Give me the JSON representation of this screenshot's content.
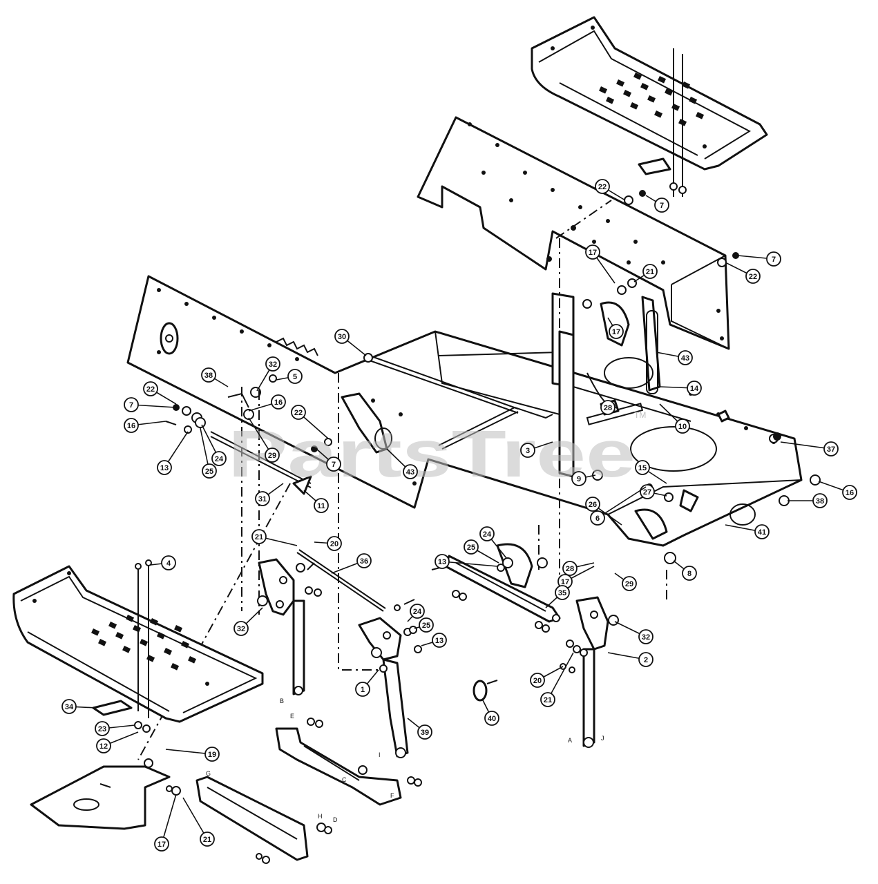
{
  "watermark": {
    "text": "PartsTree",
    "tm": "TM"
  },
  "callouts": [
    {
      "id": "c7-top",
      "label": "7"
    },
    {
      "id": "c22-top",
      "label": "22"
    },
    {
      "id": "c7-right",
      "label": "7"
    },
    {
      "id": "c22-right",
      "label": "22"
    },
    {
      "id": "c17-a",
      "label": "17"
    },
    {
      "id": "c21-a",
      "label": "21"
    },
    {
      "id": "c17-b",
      "label": "17"
    },
    {
      "id": "c43-a",
      "label": "43"
    },
    {
      "id": "c14",
      "label": "14"
    },
    {
      "id": "c10",
      "label": "10"
    },
    {
      "id": "c37",
      "label": "37"
    },
    {
      "id": "c16-right",
      "label": "16"
    },
    {
      "id": "c38-right",
      "label": "38"
    },
    {
      "id": "c41",
      "label": "41"
    },
    {
      "id": "c15",
      "label": "15"
    },
    {
      "id": "c27",
      "label": "27"
    },
    {
      "id": "c26",
      "label": "26"
    },
    {
      "id": "c6",
      "label": "6"
    },
    {
      "id": "c8",
      "label": "8"
    },
    {
      "id": "c28-a",
      "label": "28"
    },
    {
      "id": "c17-c",
      "label": "17"
    },
    {
      "id": "c28-b",
      "label": "28"
    },
    {
      "id": "c3",
      "label": "3"
    },
    {
      "id": "c9",
      "label": "9"
    },
    {
      "id": "c29",
      "label": "29"
    },
    {
      "id": "c30",
      "label": "30"
    },
    {
      "id": "c43-b",
      "label": "43"
    },
    {
      "id": "c5",
      "label": "5"
    },
    {
      "id": "c32-a",
      "label": "32"
    },
    {
      "id": "c38-left",
      "label": "38"
    },
    {
      "id": "c16-left",
      "label": "16"
    },
    {
      "id": "c22-left",
      "label": "22"
    },
    {
      "id": "c7-left",
      "label": "7"
    },
    {
      "id": "c16-l2",
      "label": "16"
    },
    {
      "id": "c13-left",
      "label": "13"
    },
    {
      "id": "c24-left",
      "label": "24"
    },
    {
      "id": "c25-left",
      "label": "25"
    },
    {
      "id": "c29-left",
      "label": "29"
    },
    {
      "id": "c22-mid",
      "label": "22"
    },
    {
      "id": "c7-mid",
      "label": "7"
    },
    {
      "id": "c31",
      "label": "31"
    },
    {
      "id": "c11",
      "label": "11"
    },
    {
      "id": "c21-mid",
      "label": "21"
    },
    {
      "id": "c20-mid",
      "label": "20"
    },
    {
      "id": "c36",
      "label": "36"
    },
    {
      "id": "c4",
      "label": "4"
    },
    {
      "id": "c32-b",
      "label": "32"
    },
    {
      "id": "c24-mid",
      "label": "24"
    },
    {
      "id": "c25-mid",
      "label": "25"
    },
    {
      "id": "c13-mid",
      "label": "13"
    },
    {
      "id": "c1",
      "label": "1"
    },
    {
      "id": "c39",
      "label": "39"
    },
    {
      "id": "c25-r",
      "label": "25"
    },
    {
      "id": "c24-r",
      "label": "24"
    },
    {
      "id": "c13-r",
      "label": "13"
    },
    {
      "id": "c35",
      "label": "35"
    },
    {
      "id": "c32-c",
      "label": "32"
    },
    {
      "id": "c2",
      "label": "2"
    },
    {
      "id": "c20-r",
      "label": "20"
    },
    {
      "id": "c21-r",
      "label": "21"
    },
    {
      "id": "c40",
      "label": "40"
    },
    {
      "id": "c34",
      "label": "34"
    },
    {
      "id": "c23",
      "label": "23"
    },
    {
      "id": "c12",
      "label": "12"
    },
    {
      "id": "c19",
      "label": "19"
    },
    {
      "id": "c17-d",
      "label": "17"
    },
    {
      "id": "c21-d",
      "label": "21"
    }
  ],
  "letters": {
    "A": "A",
    "B": "B",
    "C": "C",
    "D": "D",
    "E": "E",
    "F": "F",
    "G": "G",
    "H": "H",
    "I": "I",
    "J": "J"
  }
}
